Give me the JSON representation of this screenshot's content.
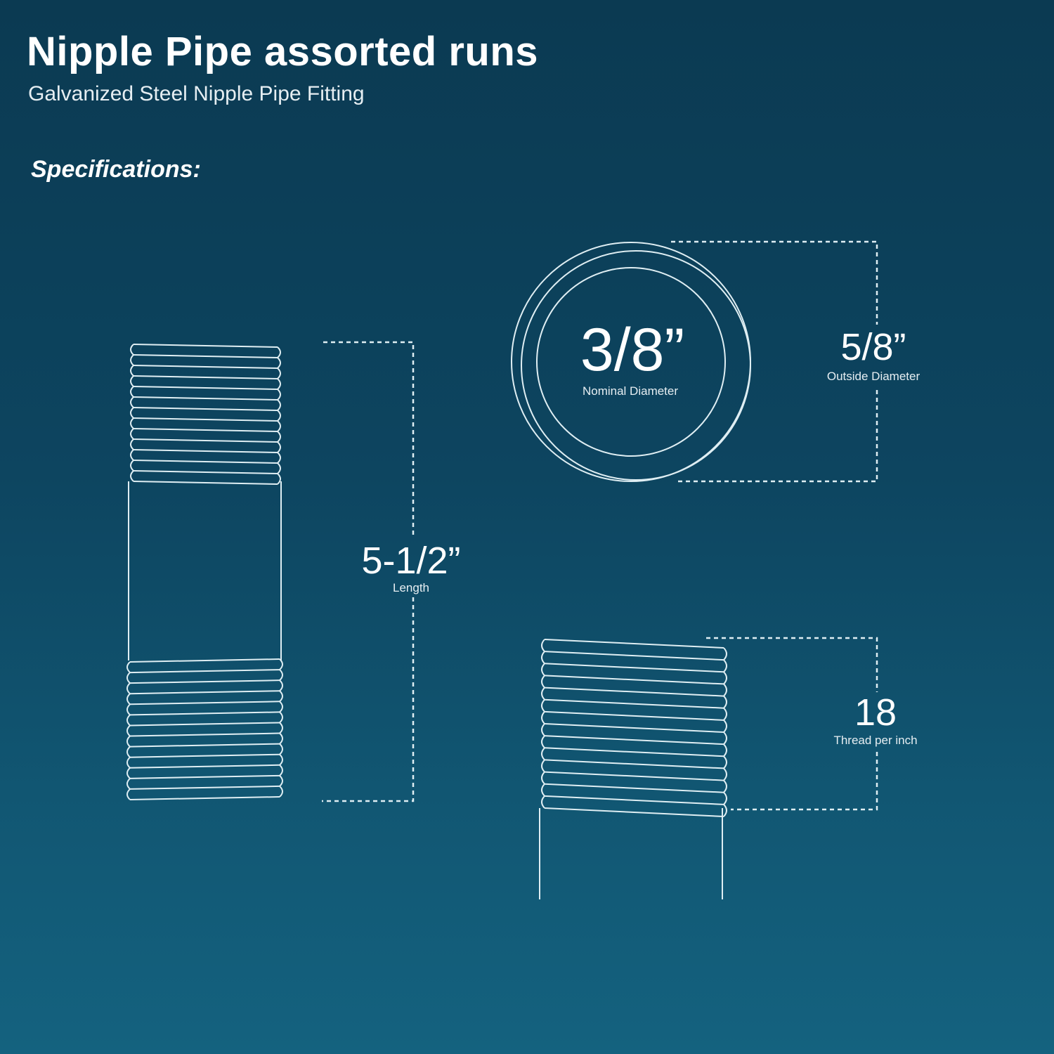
{
  "header": {
    "title": "Nipple Pipe assorted runs",
    "subtitle": "Galvanized Steel Nipple Pipe Fitting",
    "section_label": "Specifications:"
  },
  "specs": {
    "length": {
      "value": "5-1/2”",
      "label": "Length"
    },
    "nominal_diameter": {
      "value": "3/8”",
      "label": "Nominal Diameter"
    },
    "outside_diameter": {
      "value": "5/8”",
      "label": "Outside Diameter"
    },
    "threads": {
      "value": "18",
      "label": "Thread per inch"
    }
  },
  "colors": {
    "line": "#dfeef3",
    "background_top": "#0b3a52",
    "background_bottom": "#14627f"
  }
}
